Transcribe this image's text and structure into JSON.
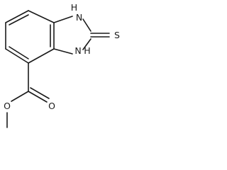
{
  "molecule": {
    "atoms": {
      "nh_top": "H",
      "n_top": "N",
      "nh_bottom": "H",
      "n_bottom": "N",
      "sulfur": "S",
      "carbonyl_oxygen": "O",
      "ester_oxygen": "O"
    }
  }
}
